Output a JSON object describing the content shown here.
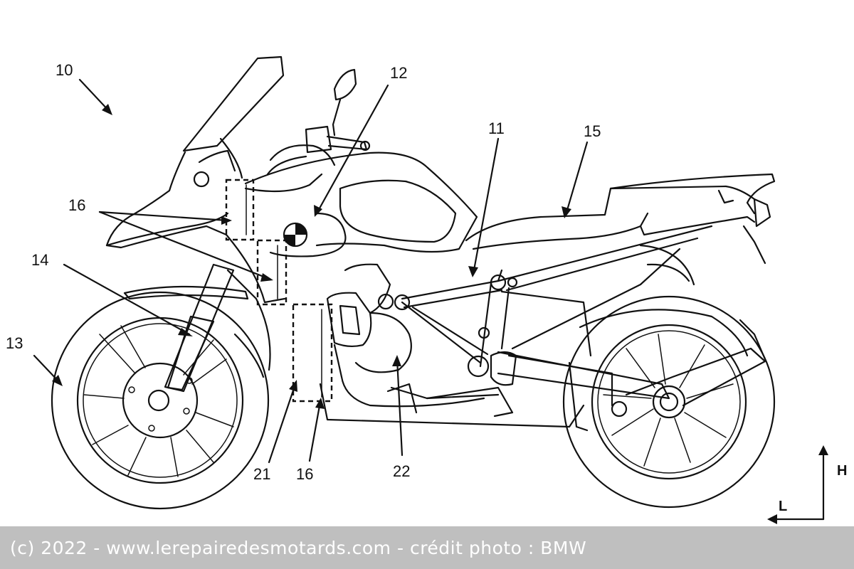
{
  "labels": {
    "motorcycle": "10",
    "frame": "11",
    "tank": "12",
    "front_wheel": "13",
    "fork": "14",
    "seat": "15",
    "radiator_upper": "16",
    "radiator_lower": "16",
    "engine_front": "21",
    "engine": "22"
  },
  "axes": {
    "height": "H",
    "length": "L"
  },
  "credit": "(c) 2022 - www.lerepairedesmotards.com - crédit photo : BMW"
}
